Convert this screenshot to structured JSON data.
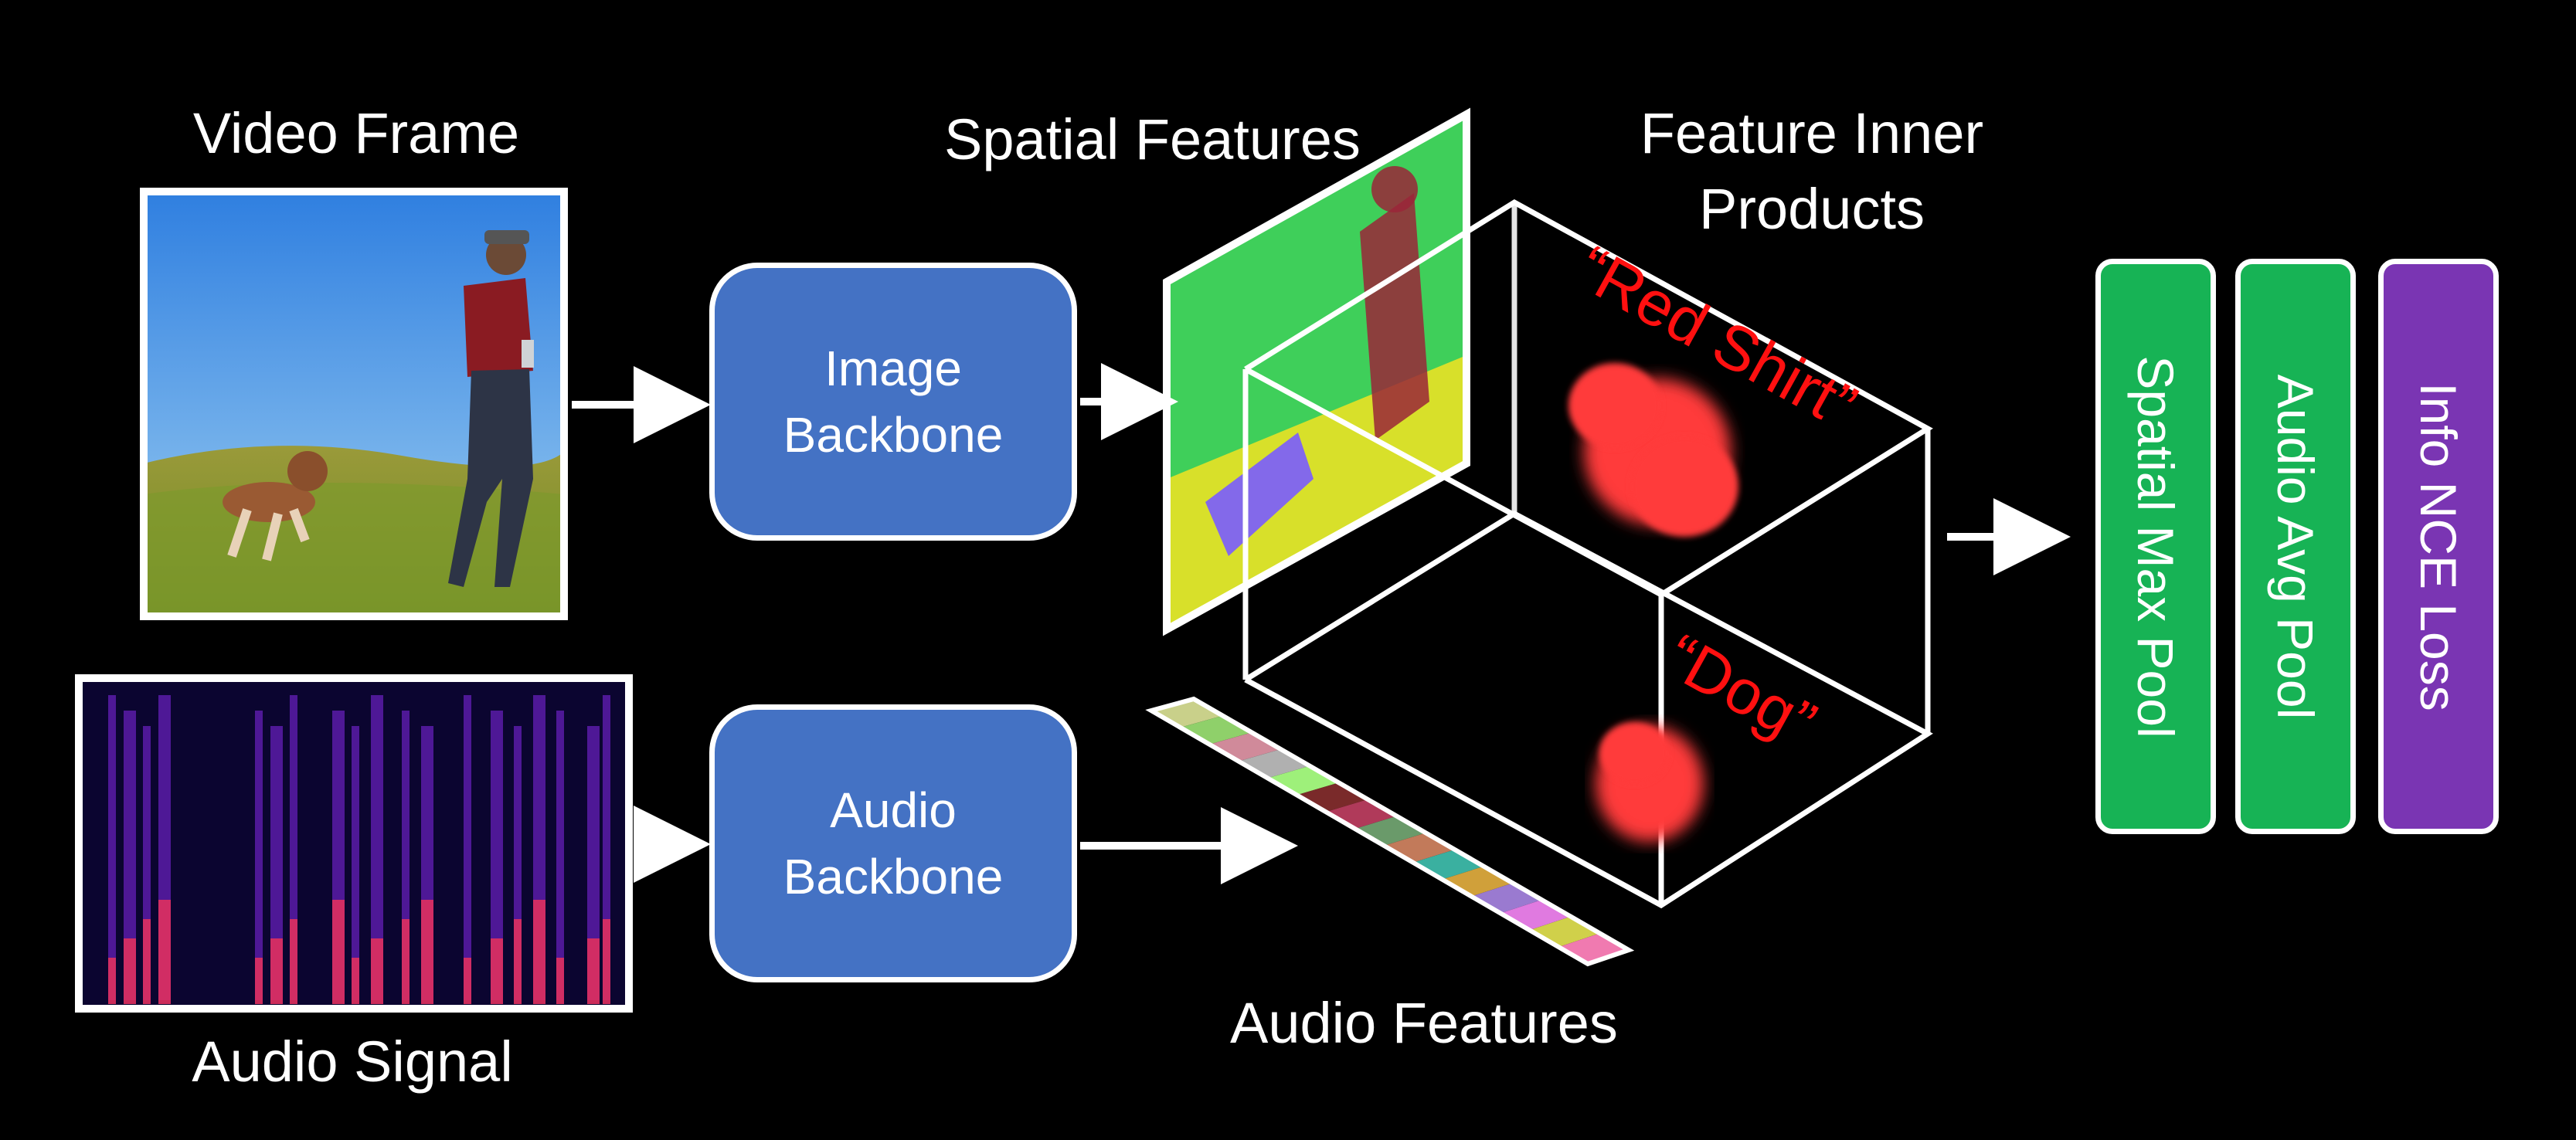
{
  "labels": {
    "video_frame": "Video Frame",
    "audio_signal": "Audio Signal",
    "spatial_features": "Spatial Features",
    "feature_inner_line1": "Feature Inner",
    "feature_inner_line2": "Products",
    "audio_features": "Audio Features"
  },
  "blocks": {
    "image_backbone_line1": "Image",
    "image_backbone_line2": "Backbone",
    "audio_backbone_line1": "Audio",
    "audio_backbone_line2": "Backbone"
  },
  "annotations": {
    "red_shirt": "“Red Shirt”",
    "dog": "“Dog”"
  },
  "outputs": [
    {
      "label": "Spatial Max Pool",
      "color": "#17b355"
    },
    {
      "label": "Audio Avg Pool",
      "color": "#17b355"
    },
    {
      "label": "Info NCE Loss",
      "color": "#7a35b3"
    }
  ],
  "colors": {
    "background": "#000000",
    "block_blue": "#4472c4",
    "annotation_red": "#ff1010",
    "heat_red": "#ff3a3a"
  }
}
